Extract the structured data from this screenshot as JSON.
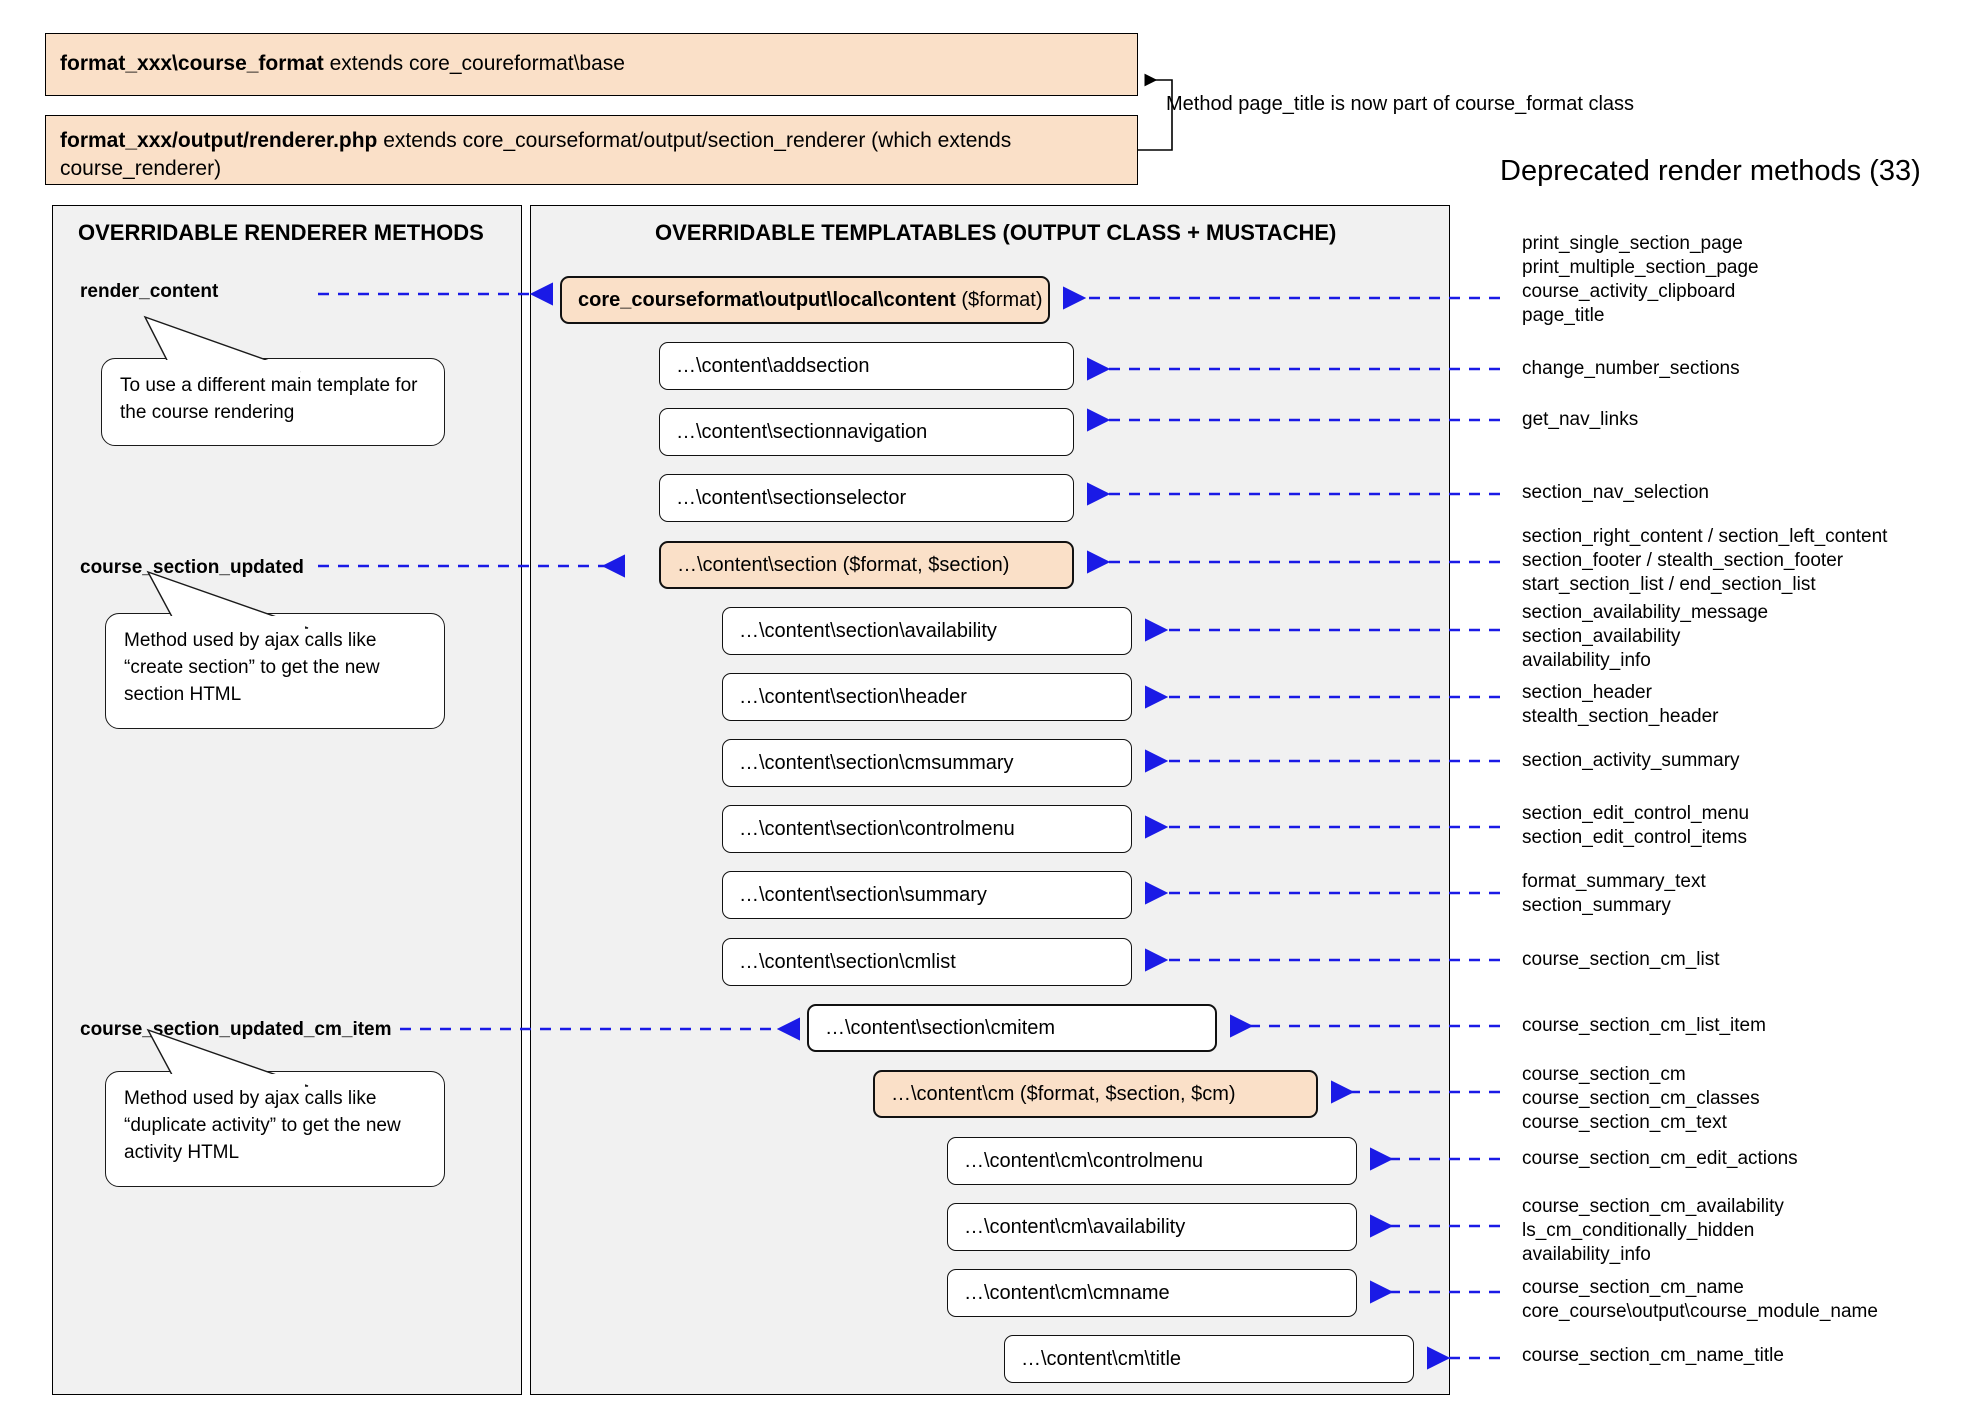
{
  "banners": [
    {
      "strong": "format_xxx\\course_format",
      "rest": " extends core_coureformat\\base"
    },
    {
      "strong": "format_xxx/output/renderer.php",
      "rest": " extends core_courseformat/output/section_renderer (which extends course_renderer)"
    }
  ],
  "top_note": "Method page_title is now part of course_format class",
  "deprecated_title": "Deprecated render methods (33)",
  "panels": {
    "left_title": "OVERRIDABLE RENDERER METHODS",
    "mid_title": "OVERRIDABLE TEMPLATABLES (OUTPUT CLASS + MUSTACHE)"
  },
  "renderer_methods": [
    {
      "name": "render_content",
      "note": "To use a different main template for the course rendering"
    },
    {
      "name": "course_section_updated",
      "note": "Method used by ajax calls like “create section” to get the new section HTML"
    },
    {
      "name": "course_section_updated_cm_item",
      "note": "Method used by ajax calls like “duplicate activity” to get the new activity HTML"
    }
  ],
  "templatables": [
    {
      "id": "content",
      "strong": "core_courseformat\\output\\local\\content",
      "rest": " ($format)",
      "accent": true
    },
    {
      "id": "addsection",
      "strong": "",
      "rest": "…\\content\\addsection",
      "accent": false
    },
    {
      "id": "sectionnavigation",
      "strong": "",
      "rest": "…\\content\\sectionnavigation",
      "accent": false
    },
    {
      "id": "sectionselector",
      "strong": "",
      "rest": "…\\content\\sectionselector",
      "accent": false
    },
    {
      "id": "section",
      "strong": "",
      "rest": "…\\content\\section ($format, $section)",
      "accent": true
    },
    {
      "id": "section-availability",
      "strong": "",
      "rest": "…\\content\\section\\availability",
      "accent": false
    },
    {
      "id": "section-header",
      "strong": "",
      "rest": "…\\content\\section\\header",
      "accent": false
    },
    {
      "id": "section-cmsummary",
      "strong": "",
      "rest": "…\\content\\section\\cmsummary",
      "accent": false
    },
    {
      "id": "section-controlmenu",
      "strong": "",
      "rest": "…\\content\\section\\controlmenu",
      "accent": false
    },
    {
      "id": "section-summary",
      "strong": "",
      "rest": "…\\content\\section\\summary",
      "accent": false
    },
    {
      "id": "section-cmlist",
      "strong": "",
      "rest": "…\\content\\section\\cmlist",
      "accent": false
    },
    {
      "id": "section-cmitem",
      "strong": "",
      "rest": "…\\content\\section\\cmitem",
      "accent": false
    },
    {
      "id": "cm",
      "strong": "",
      "rest": "…\\content\\cm ($format, $section, $cm)",
      "accent": true
    },
    {
      "id": "cm-controlmenu",
      "strong": "",
      "rest": "…\\content\\cm\\controlmenu",
      "accent": false
    },
    {
      "id": "cm-availability",
      "strong": "",
      "rest": "…\\content\\cm\\availability",
      "accent": false
    },
    {
      "id": "cm-cmname",
      "strong": "",
      "rest": "…\\content\\cm\\cmname",
      "accent": false
    },
    {
      "id": "cm-title",
      "strong": "",
      "rest": "…\\content\\cm\\title",
      "accent": false
    }
  ],
  "deprecated_groups": [
    {
      "lines": [
        "print_single_section_page",
        "print_multiple_section_page",
        "course_activity_clipboard",
        "page_title"
      ]
    },
    {
      "lines": [
        "change_number_sections"
      ]
    },
    {
      "lines": [
        "get_nav_links"
      ]
    },
    {
      "lines": [
        "section_nav_selection"
      ]
    },
    {
      "lines": [
        "section_right_content / section_left_content",
        "section_footer / stealth_section_footer",
        "start_section_list / end_section_list"
      ]
    },
    {
      "lines": [
        "section_availability_message",
        "section_availability",
        "availability_info"
      ]
    },
    {
      "lines": [
        "section_header",
        "stealth_section_header"
      ]
    },
    {
      "lines": [
        "section_activity_summary"
      ]
    },
    {
      "lines": [
        "section_edit_control_menu",
        "section_edit_control_items"
      ]
    },
    {
      "lines": [
        "format_summary_text",
        "section_summary"
      ]
    },
    {
      "lines": [
        "course_section_cm_list"
      ]
    },
    {
      "lines": [
        "course_section_cm_list_item"
      ]
    },
    {
      "lines": [
        "course_section_cm",
        "course_section_cm_classes",
        "course_section_cm_text"
      ]
    },
    {
      "lines": [
        "course_section_cm_edit_actions"
      ]
    },
    {
      "lines": [
        "course_section_cm_availability",
        "ls_cm_conditionally_hidden",
        "availability_info"
      ]
    },
    {
      "lines": [
        "course_section_cm_name",
        "core_course\\output\\course_module_name"
      ]
    },
    {
      "lines": [
        "course_section_cm_name_title"
      ]
    }
  ],
  "colors": {
    "accent_fill": "#fae0c8",
    "panel_fill": "#f1f1f1",
    "arrow": "#1a1ae6",
    "border": "#111111"
  }
}
